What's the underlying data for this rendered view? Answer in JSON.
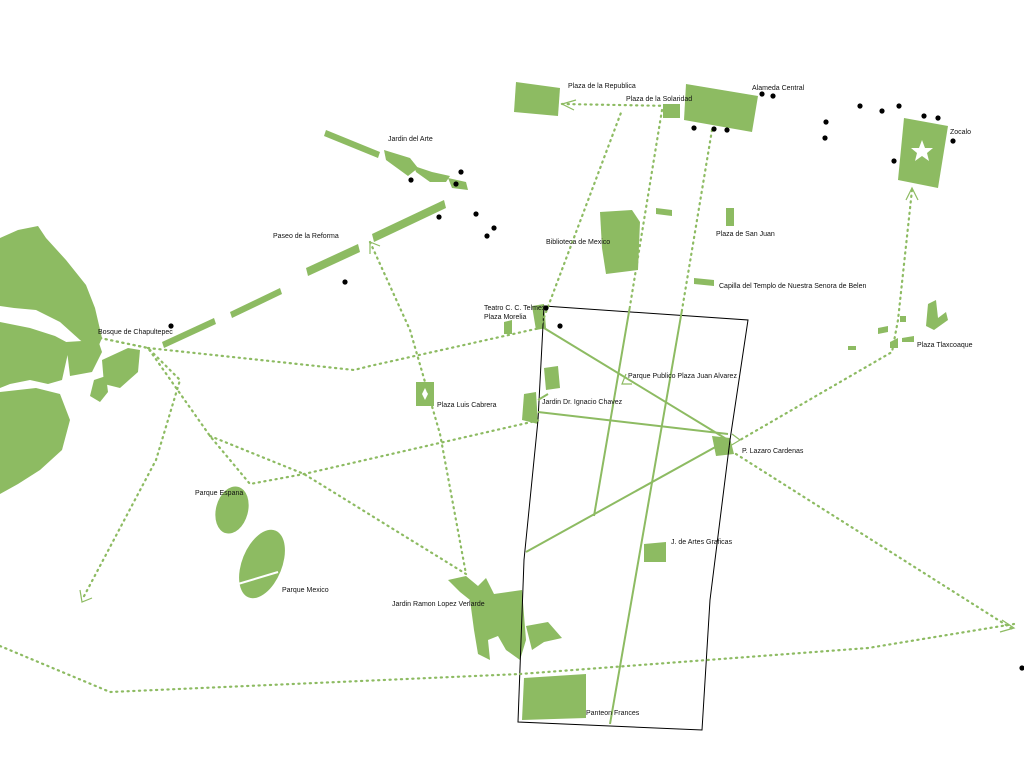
{
  "map": {
    "colors": {
      "park": "#8dbb62",
      "route": "#8dbb62",
      "study_area": "#000000",
      "landmark_dot": "#000000"
    },
    "icons": {
      "zocalo_marker": "star-icon"
    },
    "labels": {
      "plaza_republica": "Plaza de la Republica",
      "plaza_solaridad": "Plaza de la Solaridad",
      "alameda_central": "Alameda Central",
      "zocalo": "Zocalo",
      "jardin_arte": "Jardin del Arte",
      "paseo_reforma": "Paseo de la Reforma",
      "biblioteca_mexico": "Biblioteca de Mexico",
      "plaza_san_juan": "Plaza de San Juan",
      "capilla_belen": "Capilla del Templo de Nuestra Senora de Belen",
      "teatro_telmex": "Teatro C. C. Telmex",
      "plaza_morelia": "Plaza Morelia",
      "bosque_chapultepec": "Bosque de Chapultepec",
      "plaza_tlaxcoaque": "Plaza Tlaxcoaque",
      "parque_publico": "Parque Publico Plaza Juan Alvarez",
      "jardin_chavez": "Jardin Dr. Ignacio Chavez",
      "plaza_luis_cabrera": "Plaza Luis Cabrera",
      "lazaro_cardenas": "P. Lazaro Cardenas",
      "parque_espana": "Parque Espana",
      "artes_graficas": "J. de Artes Graficas",
      "parque_mexico": "Parque Mexico",
      "jardin_verlarde": "Jardin Ramon Lopez Verlarde",
      "panteon_frances": "Panteon Frances"
    }
  }
}
